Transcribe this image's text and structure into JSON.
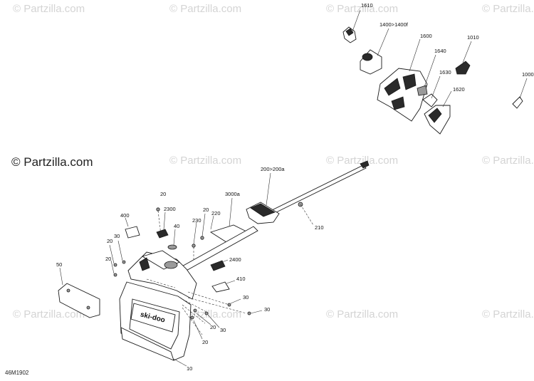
{
  "watermark": {
    "main": "© Partzilla.com",
    "repeat": "© Partzilla.com"
  },
  "diagram_ref": "46M1902",
  "callouts": {
    "c1610": "1610",
    "c1400": "1400>1400f",
    "c1600": "1600",
    "c1640": "1640",
    "c1010": "1010",
    "c1630": "1630",
    "c1620": "1620",
    "c1000": "1000",
    "c200": "200>200a",
    "c3000a": "3000a",
    "c210": "210",
    "c20a": "20",
    "c2300": "2300",
    "c20b": "20",
    "c220": "220",
    "c400": "400",
    "c40": "40",
    "c230": "230",
    "c20c": "20",
    "c30a": "30",
    "c20d": "20",
    "c2400": "2400",
    "c410": "410",
    "c50": "50",
    "c30b": "30",
    "c30c": "30",
    "c30d": "30",
    "c20e": "20",
    "c20f": "20",
    "c10": "10"
  },
  "brand_text": "ski-doo"
}
